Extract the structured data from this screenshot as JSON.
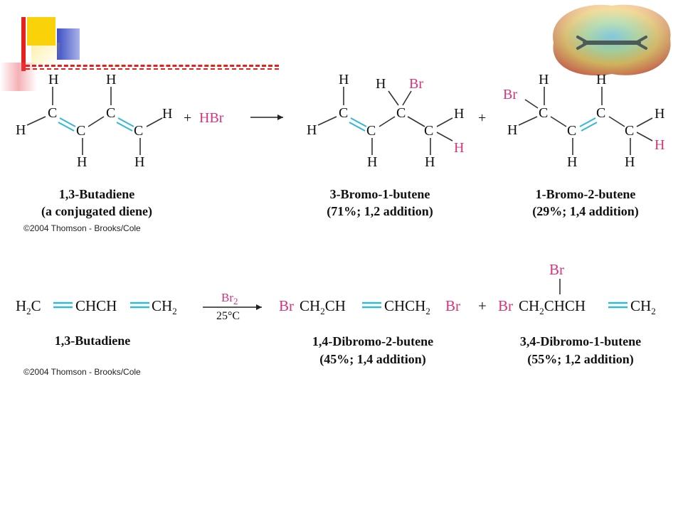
{
  "colors": {
    "atom": "#111111",
    "bromine_highlight": "#d6337a",
    "double_bond": "#35b7d9",
    "deco_red": "#e8201c",
    "deco_yellow": "#fad20a",
    "deco_blue": "#3d4fc4"
  },
  "reaction1": {
    "reagent": "HBr",
    "plus": "+",
    "reactant_label_line1": "1,3-Butadiene",
    "reactant_label_line2": "(a conjugated diene)",
    "product1_label_line1": "3-Bromo-1-butene",
    "product1_label_line2": "(71%; 1,2 addition)",
    "product2_label_line1": "1-Bromo-2-butene",
    "product2_label_line2": "(29%; 1,4 addition)",
    "credit": "©2004 Thomson - Brooks/Cole"
  },
  "reaction2": {
    "reactant_label": "1,3-Butadiene",
    "reagent_main": "Br",
    "reagent_sub": "2",
    "conditions": "25°C",
    "plus": "+",
    "product1_label_line1": "1,4-Dibromo-2-butene",
    "product1_label_line2": "(45%; 1,4 addition)",
    "product2_label_line1": "3,4-Dibromo-1-butene",
    "product2_label_line2": "(55%; 1,2 addition)",
    "credit": "©2004 Thomson - Brooks/Cole"
  },
  "atoms": {
    "C": "C",
    "H": "H",
    "Br": "Br"
  },
  "icons": {
    "molecule_image": "electrostatic-potential-map-icon"
  }
}
